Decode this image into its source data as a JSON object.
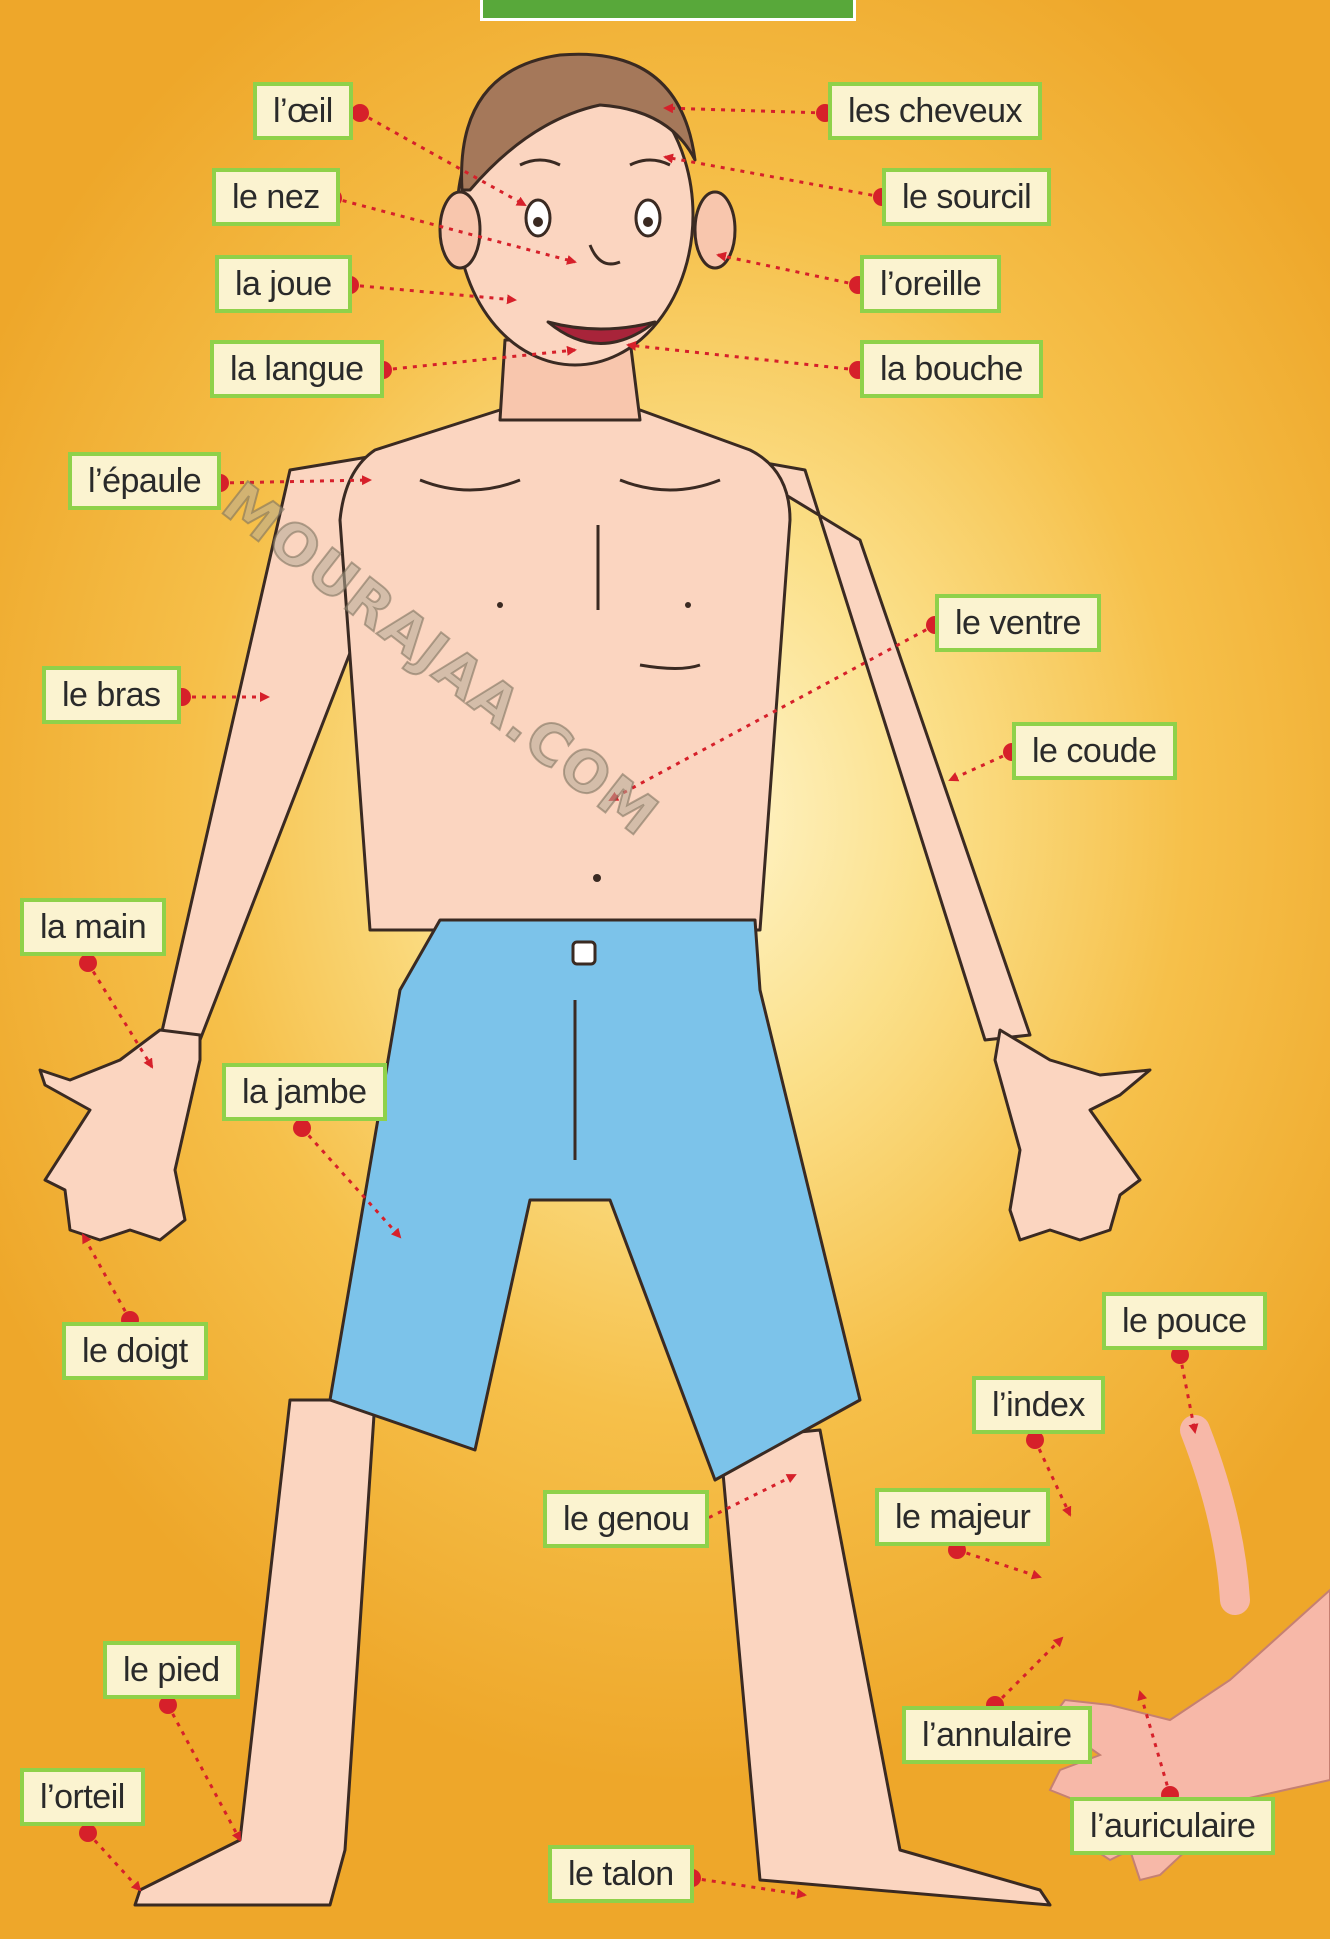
{
  "colors": {
    "label_fill": "#fbf3d0",
    "label_border": "#8fd14a",
    "pointer": "#d6202a",
    "background": "#f6c04a",
    "shorts": "#7cc3ea",
    "skin": "#fbd5c0"
  },
  "watermark": "MOURAJAA.COM",
  "labels": {
    "oeil": "l’œil",
    "nez": "le nez",
    "joue": "la joue",
    "langue": "la langue",
    "epaule": "l’épaule",
    "bras": "le bras",
    "main": "la main",
    "jambe": "la jambe",
    "doigt": "le doigt",
    "pied": "le pied",
    "orteil": "l’orteil",
    "cheveux": "les cheveux",
    "sourcil": "le sourcil",
    "oreille": "l’oreille",
    "bouche": "la bouche",
    "ventre": "le ventre",
    "coude": "le coude",
    "genou": "le genou",
    "talon": "le talon",
    "pouce": "le pouce",
    "index": "l’index",
    "majeur": "le majeur",
    "annulaire": "l’annulaire",
    "auriculaire": "l’auriculaire"
  }
}
